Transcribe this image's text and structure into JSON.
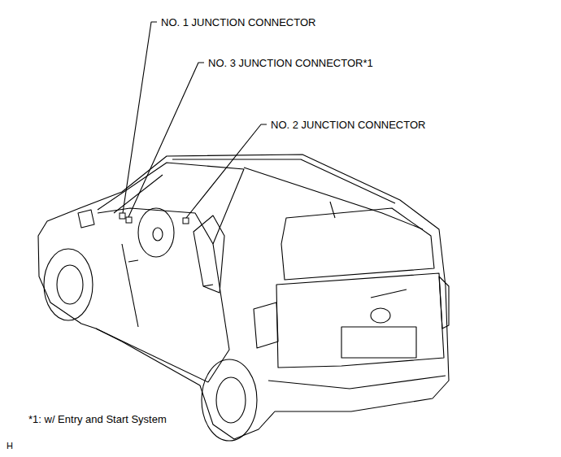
{
  "diagram": {
    "labels": [
      "NO. 1 JUNCTION CONNECTOR",
      "NO. 3 JUNCTION CONNECTOR*1",
      "NO. 2 JUNCTION CONNECTOR",
      "*1: w/ Entry and Start System",
      "H"
    ]
  }
}
